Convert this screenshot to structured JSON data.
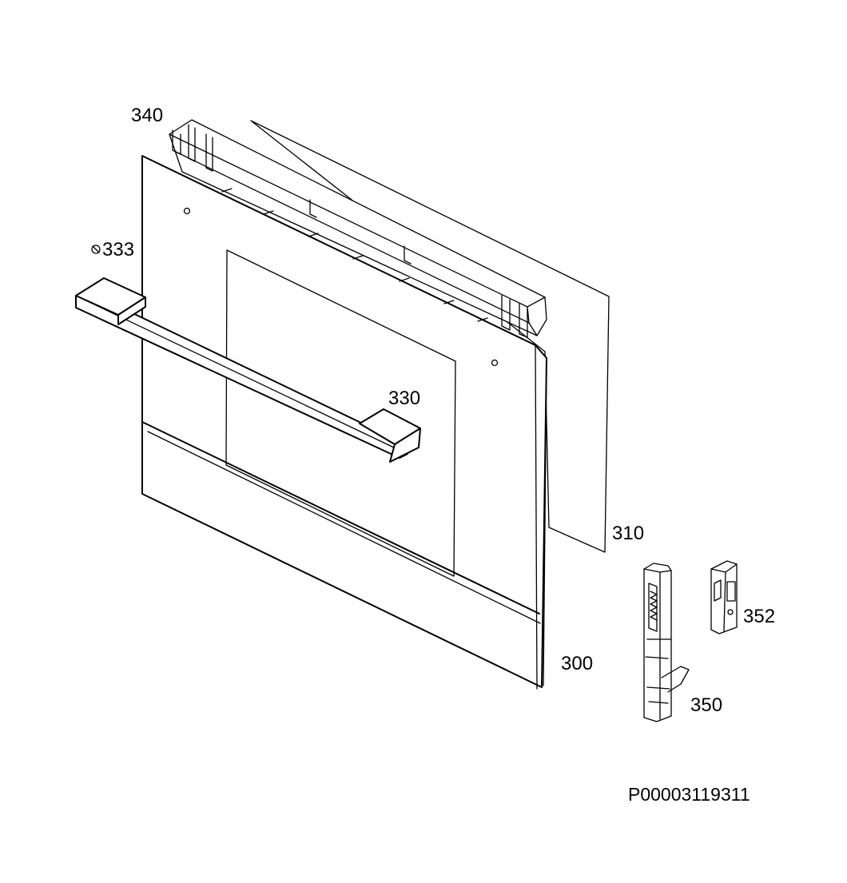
{
  "diagram": {
    "labels": {
      "p340": "340",
      "p333": "333",
      "p330": "330",
      "p310": "310",
      "p300": "300",
      "p350": "350",
      "p352": "352"
    },
    "reference": "P00003119311"
  }
}
